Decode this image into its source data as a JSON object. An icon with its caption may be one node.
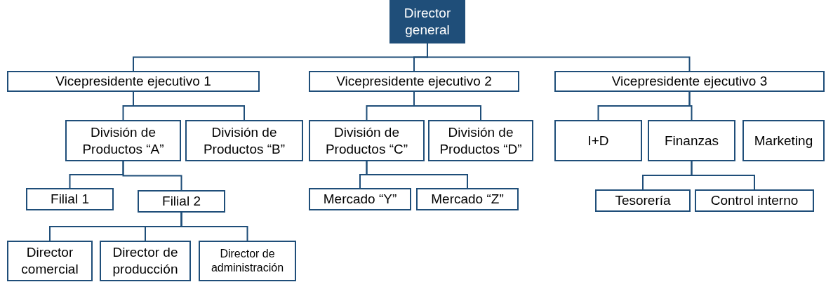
{
  "diagram": {
    "nodes": [
      {
        "text": [
          "Director general"
        ]
      },
      {
        "text": [
          "Vicepresidente ejecutivo 1"
        ]
      },
      {
        "text": [
          "Vicepresidente ejecutivo 2"
        ]
      },
      {
        "text": [
          "Vicepresidente ejecutivo 3"
        ]
      },
      {
        "text": [
          "División de Productos “A”"
        ]
      },
      {
        "text": [
          "División de Productos “B”"
        ]
      },
      {
        "text": [
          "División de Productos “C”"
        ]
      },
      {
        "text": [
          "División de Productos “D”"
        ]
      },
      {
        "text": [
          "I+D"
        ]
      },
      {
        "text": [
          "Finanzas"
        ]
      },
      {
        "text": [
          "Marketing"
        ]
      },
      {
        "text": [
          "Filial 1"
        ]
      },
      {
        "text": [
          "Filial 2"
        ]
      },
      {
        "text": [
          "Mercado “Y”"
        ]
      },
      {
        "text": [
          "Mercado “Z”"
        ]
      },
      {
        "text": [
          "Tesorería"
        ]
      },
      {
        "text": [
          "Control interno"
        ]
      },
      {
        "text": [
          "Director comercial"
        ]
      },
      {
        "text": [
          "Director de producción"
        ]
      },
      {
        "text": [
          "Director de administración"
        ]
      }
    ],
    "edges": [
      {
        "from": 0,
        "to": 1,
        "arrow": "none"
      },
      {
        "from": 0,
        "to": 2,
        "arrow": "none"
      },
      {
        "from": 0,
        "to": 3,
        "arrow": "none"
      },
      {
        "from": 1,
        "to": 4,
        "arrow": "none"
      },
      {
        "from": 1,
        "to": 5,
        "arrow": "none"
      },
      {
        "from": 2,
        "to": 6,
        "arrow": "none"
      },
      {
        "from": 2,
        "to": 7,
        "arrow": "none"
      },
      {
        "from": 3,
        "to": 8,
        "arrow": "none"
      },
      {
        "from": 3,
        "to": 9,
        "arrow": "none"
      },
      {
        "from": 4,
        "to": 11,
        "arrow": "none"
      },
      {
        "from": 4,
        "to": 12,
        "arrow": "none"
      },
      {
        "from": 6,
        "to": 13,
        "arrow": "none"
      },
      {
        "from": 6,
        "to": 14,
        "arrow": "none"
      },
      {
        "from": 9,
        "to": 15,
        "arrow": "none"
      },
      {
        "from": 9,
        "to": 16,
        "arrow": "none"
      },
      {
        "from": 12,
        "to": 17,
        "arrow": "none"
      },
      {
        "from": 12,
        "to": 18,
        "arrow": "none"
      },
      {
        "from": 12,
        "to": 19,
        "arrow": "none"
      }
    ]
  }
}
